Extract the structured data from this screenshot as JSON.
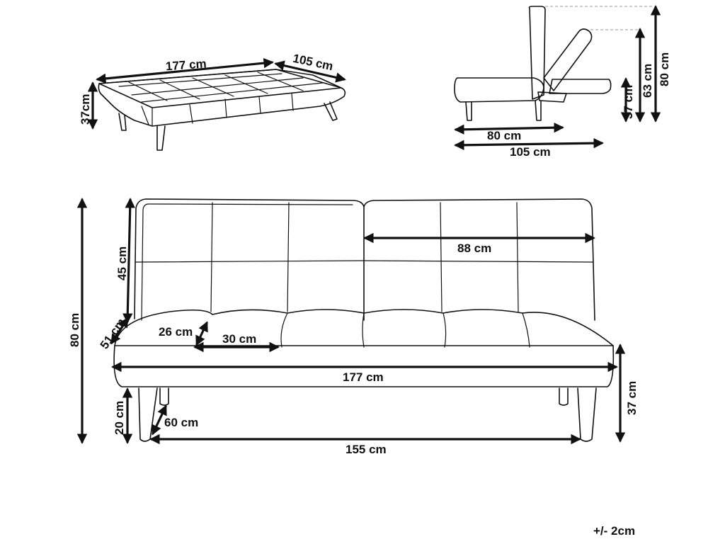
{
  "diagram": {
    "top_view": {
      "width_label": "177 cm",
      "depth_label": "105 cm",
      "height_label": "37cm"
    },
    "side_view": {
      "seat_depth_label": "80 cm",
      "bed_depth_label": "105 cm",
      "seat_height_label": "37 cm",
      "recline_height_label": "63 cm",
      "total_height_label": "80 cm"
    },
    "front_view": {
      "backrest_width_label": "88 cm",
      "backrest_height_label": "45 cm",
      "total_height_label": "80 cm",
      "arm_depth_label": "51 cm",
      "cushion_depth_label": "26 cm",
      "cushion_width_label": "30 cm",
      "total_width_label": "177 cm",
      "seat_height_label": "37 cm",
      "leg_height_label": "20 cm",
      "leg_depth_label": "60 cm",
      "leg_span_label": "155 cm"
    },
    "tolerance": "+/- 2cm"
  }
}
